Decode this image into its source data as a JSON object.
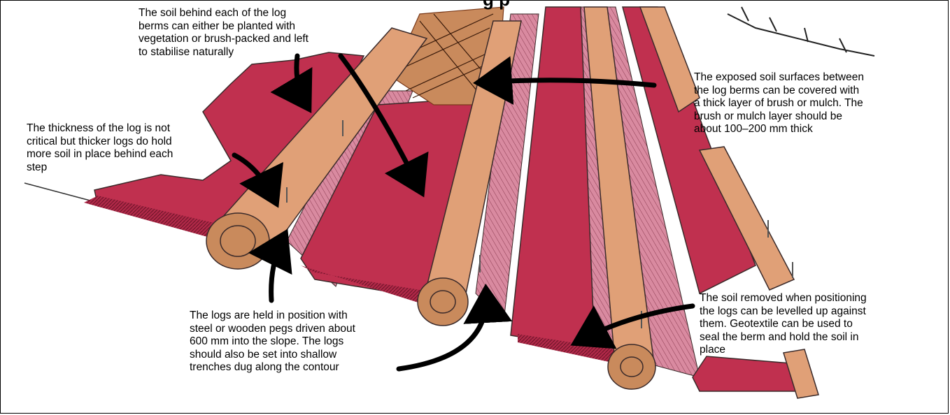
{
  "title_fragment": "g                    p",
  "annotations": {
    "soil_behind_berms": "The soil behind each of the log\nberms can either be planted with\nvegetation or brush-packed and left\nto stabilise naturally",
    "log_thickness": "The thickness of the log is not\ncritical but thicker logs do hold\nmore soil in place behind each\nstep",
    "exposed_soil": "The exposed soil surfaces between\nthe log berms can be covered with\na thick layer of brush or mulch. The\nbrush or mulch layer should be\nabout 100–200 mm thick",
    "logs_held": "The logs are held in position with\nsteel or wooden pegs driven about\n600 mm into the slope. The logs\nshould also be set into shallow\ntrenches dug along the contour",
    "soil_removed": "The soil removed when positioning\nthe logs can be levelled up against\nthem. Geotextile can be used to\nseal the berm and hold the soil in\nplace"
  },
  "colors": {
    "soil": "#c0304f",
    "soil_light": "#d98aa0",
    "log": "#e0a077",
    "log_end": "#c98a5c",
    "outline": "#3a2a2a",
    "arrow": "#000000"
  }
}
